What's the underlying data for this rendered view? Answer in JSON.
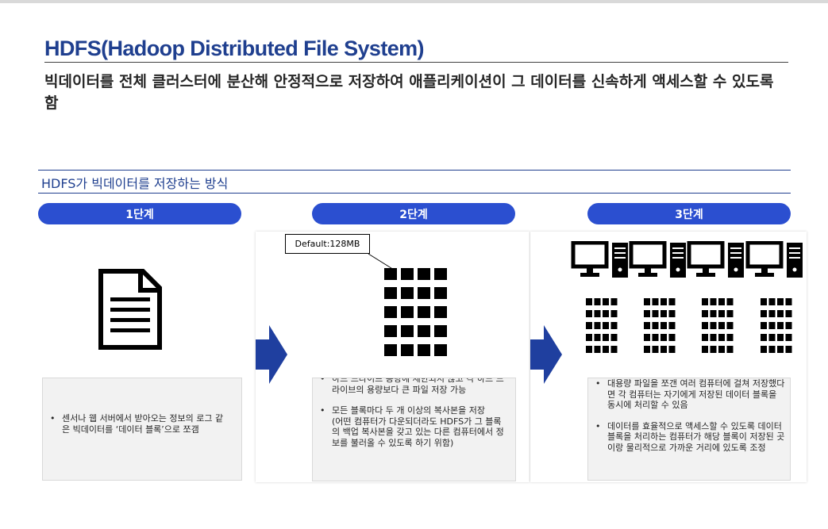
{
  "header": {
    "title": "HDFS(Hadoop Distributed File System)",
    "subtitle": "빅데이터를 전체 클러스터에 분산해 안정적으로 저장하여 애플리케이션이 그 데이터를 신속하게 액세스할 수 있도록 함"
  },
  "section": {
    "title": "HDFS가 빅데이터를 저장하는 방식"
  },
  "steps": [
    {
      "label": "1단계",
      "icon": "document-icon",
      "bullets": [
        "센서나 웹 서버에서 받아오는 정보의 로그 같은 빅데이터를 ‘데이터 블록’으로 쪼갬"
      ]
    },
    {
      "label": "2단계",
      "icon": "block-grid-icon",
      "callout": "Default:128MB",
      "bullets": [
        "하드 드라이브 용량에 제한되지 않고 각 하드 드라이브의 용량보다 큰 파일 저장 가능",
        "모든 블록마다 두 개 이상의 복사본을 저장\n(어떤 컴퓨터가 다운되더라도 HDFS가 그 블록의 백업 복사본을 갖고 있는 다른 컴퓨터에서 정보를 불러올 수 있도록 하기 위함)"
      ]
    },
    {
      "label": "3단계",
      "icon": "computer-cluster-icon",
      "bullets": [
        "대용량 파일을 쪼갠 여러 컴퓨터에 걸쳐 저장했다면 각 컴퓨터는 자기에게 저장된 데이터 블록을 동시에 처리할 수 있음",
        "데이터를 효율적으로 액세스할 수 있도록 데이터 블록을 처리하는 컴퓨터가 해당 블록이 저장된 곳이랑 물리적으로 가까운 거리에 있도록 조정"
      ]
    }
  ],
  "colors": {
    "title": "#1f3f8f",
    "pill": "#2b4fd0",
    "arrow": "#1f3f9f"
  }
}
